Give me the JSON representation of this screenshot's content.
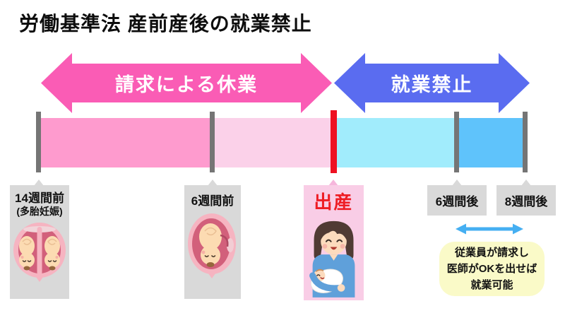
{
  "title": "労働基準法 産前産後の就業禁止",
  "arrows": {
    "request_leave": {
      "label": "請求による休業",
      "color": "#FA5CB5"
    },
    "work_prohibition": {
      "label": "就業禁止",
      "color": "#5A6CF0"
    }
  },
  "timeline": {
    "segments": [
      {
        "name": "14週間前〜6週間前",
        "color": "#FE9BCE"
      },
      {
        "name": "6週間前〜出産",
        "color": "#FBD1E9"
      },
      {
        "name": "出産〜6週間後",
        "color": "#A1ECFC"
      },
      {
        "name": "6週間後〜8週間後",
        "color": "#5FC3FB"
      }
    ],
    "birth_line_color": "#EE1122",
    "markers": [
      {
        "label": "14週間前",
        "sublabel": "(多胎妊娠)",
        "illustration": "twins-in-womb"
      },
      {
        "label": "6週間前",
        "illustration": "fetus-in-womb"
      },
      {
        "label": "出産",
        "illustration": "mother-holding-baby"
      },
      {
        "label": "6週間後"
      },
      {
        "label": "8週間後"
      }
    ]
  },
  "note": {
    "lines": [
      "従業員が請求し",
      "医師がOKを出せば",
      "就業可能"
    ],
    "bg_color": "#FAFAC8",
    "arrow_color": "#45AFF2"
  }
}
